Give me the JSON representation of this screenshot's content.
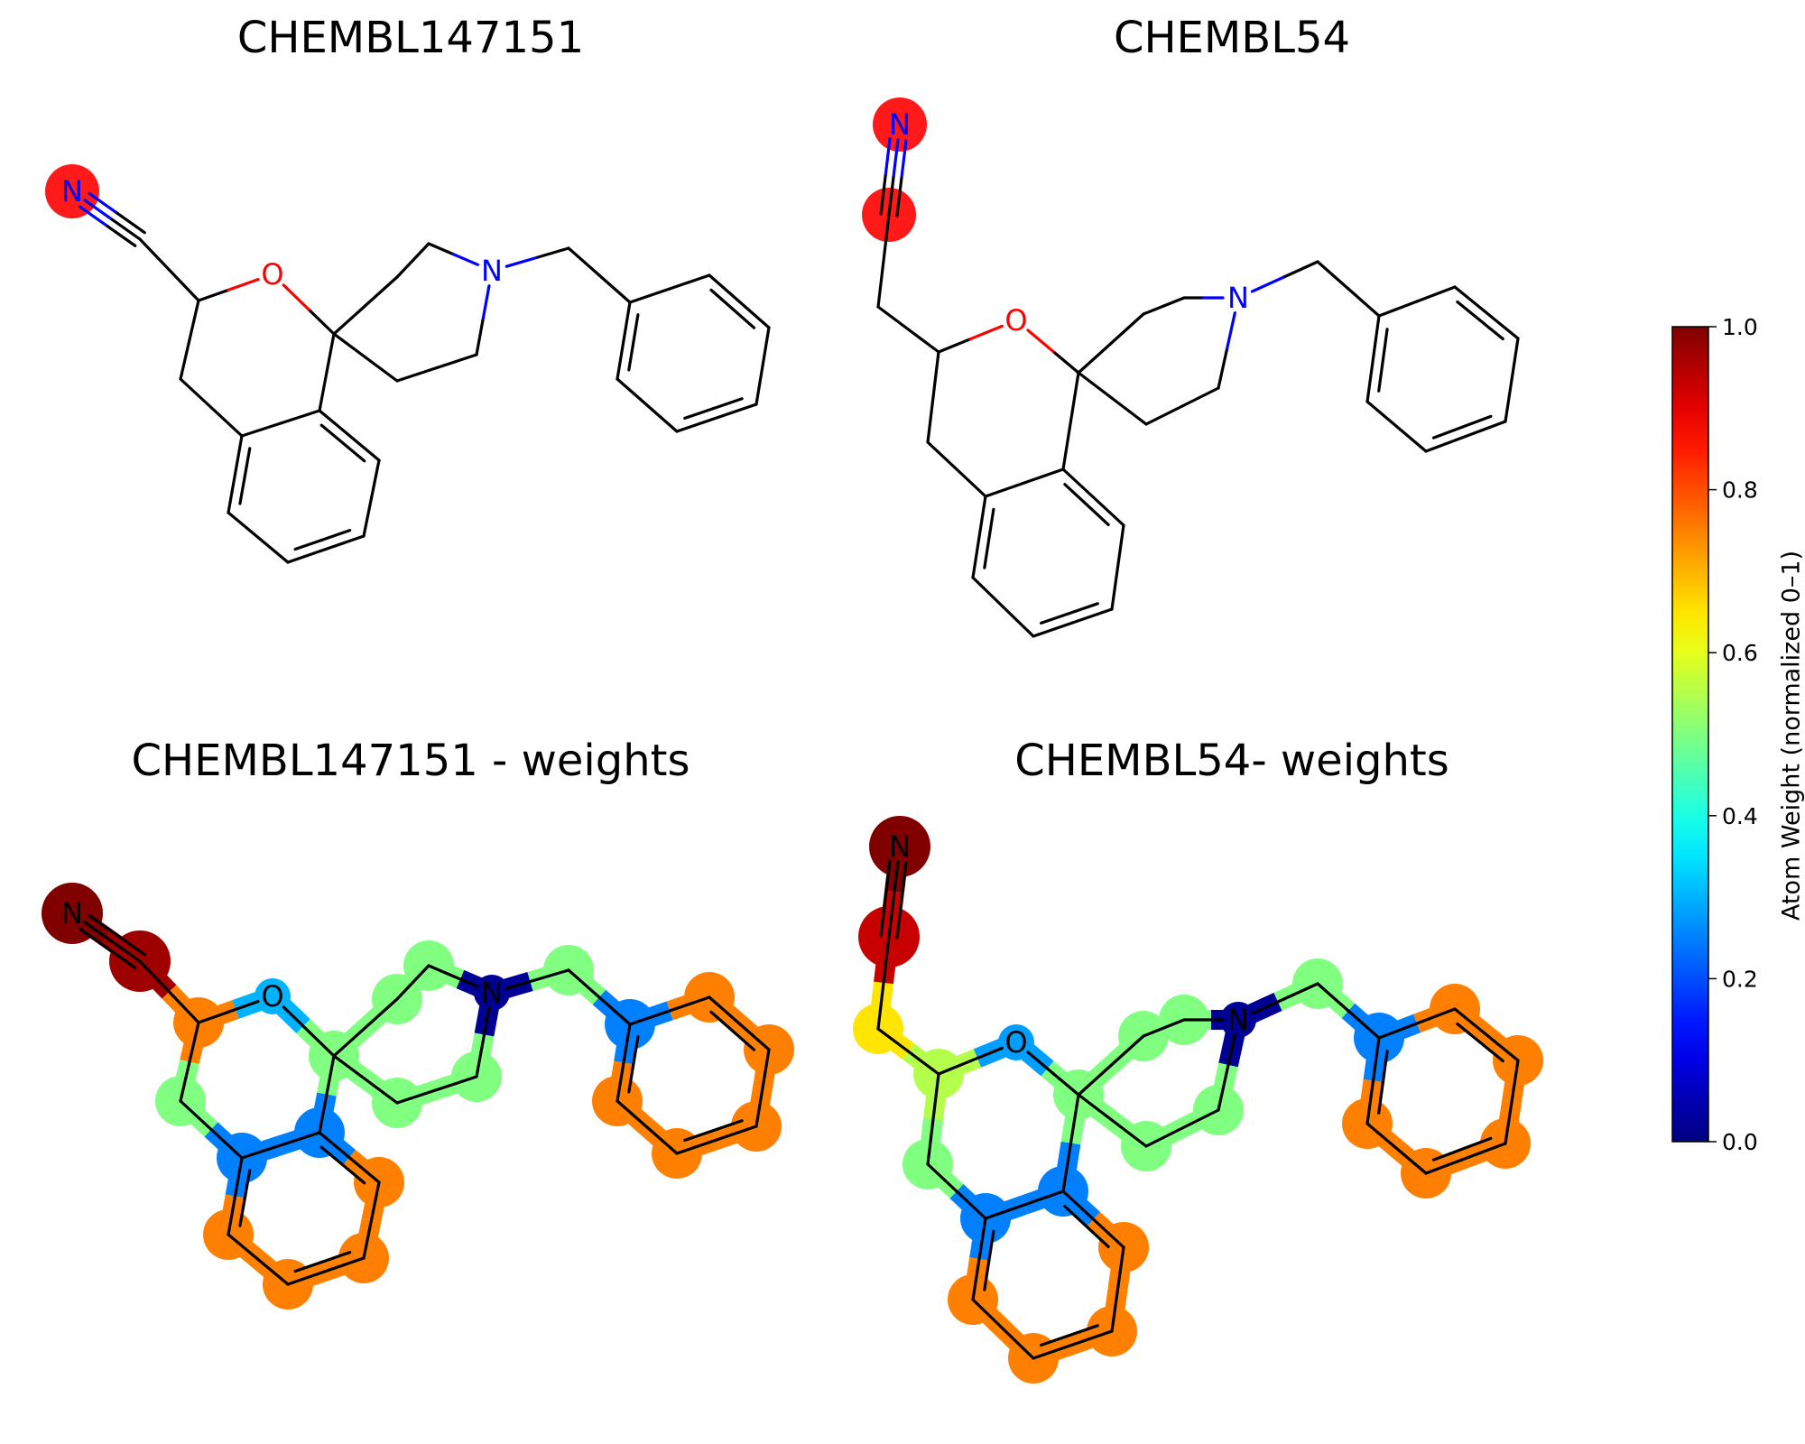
{
  "panels": [
    {
      "title": "CHEMBL147151",
      "molecule": "m147151",
      "weighted": false
    },
    {
      "title": "CHEMBL54",
      "molecule": "m54",
      "weighted": false
    },
    {
      "title": "CHEMBL147151 - weights",
      "molecule": "m147151",
      "weighted": true
    },
    {
      "title": "CHEMBL54- weights",
      "molecule": "m54",
      "weighted": true
    }
  ],
  "colorbar": {
    "label": "Atom Weight (normalized 0–1)",
    "ticks": [
      "0.0",
      "0.2",
      "0.4",
      "0.6",
      "0.8",
      "1.0"
    ],
    "colormap": "jet"
  },
  "element_colors": {
    "C": "#000000",
    "N": "#0000ff",
    "O": "#ff0000"
  },
  "highlight_color": "#ff0000",
  "molecules": {
    "m147151": {
      "atoms": [
        {
          "el": "N",
          "w": 1.0,
          "hl": true
        },
        {
          "el": "C",
          "w": 0.97
        },
        {
          "el": "C",
          "w": 0.75
        },
        {
          "el": "O",
          "w": 0.3
        },
        {
          "el": "C",
          "w": 0.5
        },
        {
          "el": "C",
          "w": 0.25
        },
        {
          "el": "C",
          "w": 0.75
        },
        {
          "el": "C",
          "w": 0.75
        },
        {
          "el": "C",
          "w": 0.75
        },
        {
          "el": "C",
          "w": 0.75
        },
        {
          "el": "C",
          "w": 0.25
        },
        {
          "el": "C",
          "w": 0.5
        },
        {
          "el": "C",
          "w": 0.5
        },
        {
          "el": "C",
          "w": 0.5
        },
        {
          "el": "N",
          "w": 0.02
        },
        {
          "el": "C",
          "w": 0.5
        },
        {
          "el": "C",
          "w": 0.5
        },
        {
          "el": "C",
          "w": 0.5
        },
        {
          "el": "C",
          "w": 0.25
        },
        {
          "el": "C",
          "w": 0.75
        },
        {
          "el": "C",
          "w": 0.75
        },
        {
          "el": "C",
          "w": 0.75
        },
        {
          "el": "C",
          "w": 0.75
        },
        {
          "el": "C",
          "w": 0.75
        }
      ],
      "bonds": [
        [
          0,
          1,
          3
        ],
        [
          1,
          2,
          1
        ],
        [
          2,
          3,
          1
        ],
        [
          2,
          4,
          1
        ],
        [
          4,
          5,
          1
        ],
        [
          5,
          6,
          2
        ],
        [
          6,
          7,
          1
        ],
        [
          7,
          8,
          2
        ],
        [
          8,
          9,
          1
        ],
        [
          9,
          10,
          2
        ],
        [
          10,
          5,
          1
        ],
        [
          10,
          11,
          1
        ],
        [
          11,
          3,
          1
        ],
        [
          11,
          12,
          1
        ],
        [
          12,
          13,
          1
        ],
        [
          13,
          14,
          1
        ],
        [
          14,
          15,
          1
        ],
        [
          15,
          16,
          1
        ],
        [
          16,
          11,
          1
        ],
        [
          14,
          17,
          1
        ],
        [
          17,
          18,
          1
        ],
        [
          18,
          19,
          2
        ],
        [
          19,
          20,
          1
        ],
        [
          20,
          21,
          2
        ],
        [
          21,
          22,
          1
        ],
        [
          22,
          23,
          2
        ],
        [
          23,
          18,
          1
        ]
      ]
    },
    "m54": {
      "atoms": [
        {
          "el": "N",
          "w": 1.0,
          "hl": true
        },
        {
          "el": "C",
          "w": 0.93,
          "hl": true
        },
        {
          "el": "C",
          "w": 0.65
        },
        {
          "el": "C",
          "w": 0.55
        },
        {
          "el": "O",
          "w": 0.28
        },
        {
          "el": "C",
          "w": 0.5
        },
        {
          "el": "C",
          "w": 0.25
        },
        {
          "el": "C",
          "w": 0.75
        },
        {
          "el": "C",
          "w": 0.75
        },
        {
          "el": "C",
          "w": 0.75
        },
        {
          "el": "C",
          "w": 0.75
        },
        {
          "el": "C",
          "w": 0.25
        },
        {
          "el": "C",
          "w": 0.5
        },
        {
          "el": "C",
          "w": 0.5
        },
        {
          "el": "C",
          "w": 0.5
        },
        {
          "el": "N",
          "w": 0.02
        },
        {
          "el": "C",
          "w": 0.5
        },
        {
          "el": "C",
          "w": 0.5
        },
        {
          "el": "C",
          "w": 0.5
        },
        {
          "el": "C",
          "w": 0.25
        },
        {
          "el": "C",
          "w": 0.75
        },
        {
          "el": "C",
          "w": 0.75
        },
        {
          "el": "C",
          "w": 0.75
        },
        {
          "el": "C",
          "w": 0.75
        },
        {
          "el": "C",
          "w": 0.75
        }
      ],
      "bonds": [
        [
          0,
          1,
          3
        ],
        [
          1,
          2,
          1
        ],
        [
          2,
          3,
          1
        ],
        [
          3,
          4,
          1
        ],
        [
          3,
          5,
          1
        ],
        [
          5,
          6,
          1
        ],
        [
          6,
          7,
          2
        ],
        [
          7,
          8,
          1
        ],
        [
          8,
          9,
          2
        ],
        [
          9,
          10,
          1
        ],
        [
          10,
          11,
          2
        ],
        [
          11,
          6,
          1
        ],
        [
          11,
          12,
          1
        ],
        [
          12,
          4,
          1
        ],
        [
          12,
          13,
          1
        ],
        [
          13,
          14,
          1
        ],
        [
          14,
          15,
          1
        ],
        [
          15,
          16,
          1
        ],
        [
          16,
          17,
          1
        ],
        [
          17,
          12,
          1
        ],
        [
          15,
          18,
          1
        ],
        [
          18,
          19,
          1
        ],
        [
          19,
          20,
          2
        ],
        [
          20,
          21,
          1
        ],
        [
          21,
          22,
          2
        ],
        [
          22,
          23,
          1
        ],
        [
          23,
          24,
          2
        ],
        [
          24,
          19,
          1
        ]
      ]
    }
  }
}
